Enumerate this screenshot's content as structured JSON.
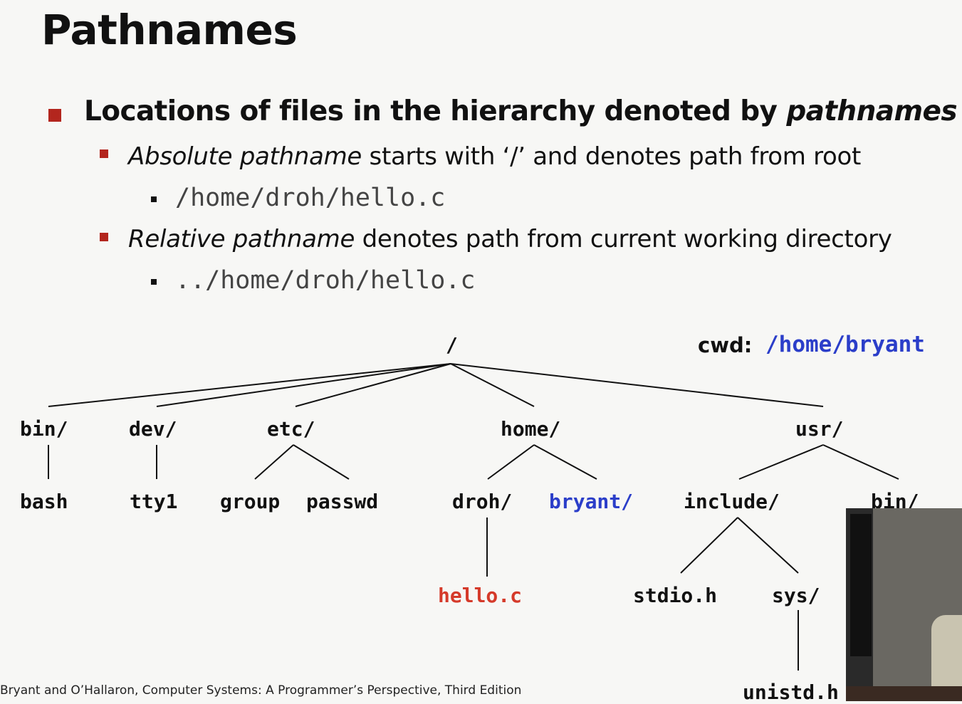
{
  "title": "Pathnames",
  "bullet1": {
    "text_pre": "Locations of files in the hierarchy denoted by ",
    "text_em": "pathnames"
  },
  "absolute": {
    "em": "Absolute pathname",
    "rest": " starts with ‘/’ and denotes path from root",
    "example": "/home/droh/hello.c"
  },
  "relative": {
    "em": "Relative pathname",
    "rest": " denotes path from current working directory",
    "example": "../home/droh/hello.c"
  },
  "cwd": {
    "label": "cwd:",
    "value": "/home/bryant"
  },
  "tree": {
    "root": "/",
    "bin": "bin/",
    "dev": "dev/",
    "etc": "etc/",
    "home": "home/",
    "usr": "usr/",
    "bash": "bash",
    "tty1": "tty1",
    "group": "group",
    "passwd": "passwd",
    "droh": "droh/",
    "bryant": "bryant/",
    "include": "include/",
    "usr_bin": "bin/",
    "hello": "hello.c",
    "stdio": "stdio.h",
    "sys": "sys/",
    "unistd": "unistd.h"
  },
  "colors": {
    "accent": "#b3261e",
    "cwd": "#2b3ec9",
    "hello": "#d53a2a"
  },
  "footer": "Bryant and O’Hallaron, Computer Systems: A Programmer’s Perspective, Third Edition"
}
